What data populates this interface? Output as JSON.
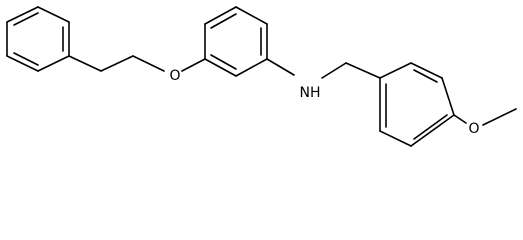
{
  "molecule": {
    "atom_labels": {
      "ether_oxygen": "O",
      "amine": "NH",
      "methoxy_oxygen": "O"
    }
  },
  "colors": {
    "bond": "#000000",
    "background": "#ffffff"
  }
}
